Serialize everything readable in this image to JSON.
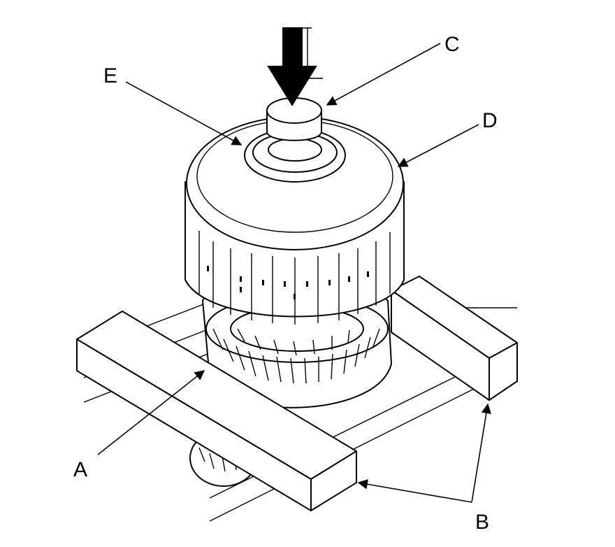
{
  "callouts": {
    "a": "A",
    "b": "B",
    "c": "C",
    "d": "D",
    "e": "E"
  },
  "icons": {
    "press_arrow": "press-direction-arrow-icon"
  },
  "colors": {
    "line": "#000000",
    "background": "#ffffff"
  }
}
